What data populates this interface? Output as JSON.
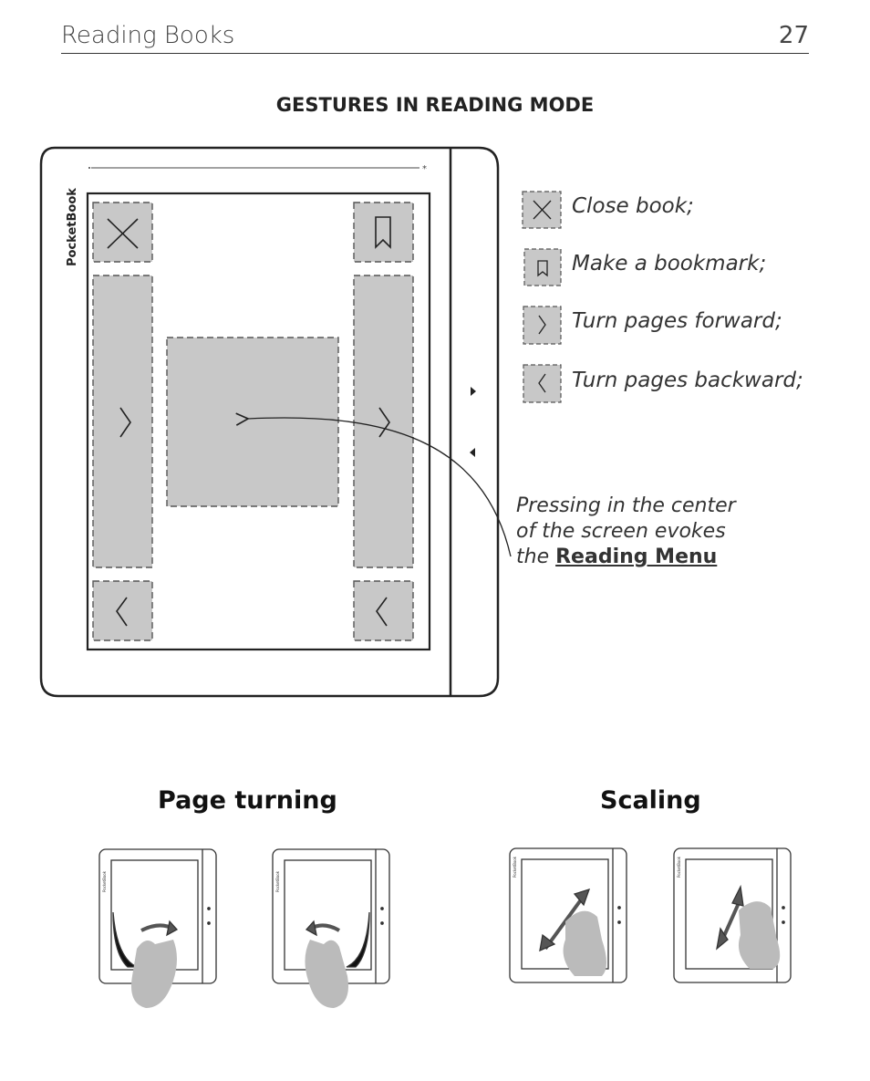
{
  "header": {
    "title": "Reading Books",
    "page_number": "27"
  },
  "section_title": "GESTURES IN READING MODE",
  "device": {
    "brand": "PocketBook"
  },
  "legend": [
    {
      "icon": "close-icon",
      "text": "Close book;"
    },
    {
      "icon": "bookmark-icon",
      "text": "Make a bookmark;"
    },
    {
      "icon": "chevron-right-icon",
      "text": "Turn pages forward;"
    },
    {
      "icon": "chevron-left-icon",
      "text": "Turn pages backward;"
    }
  ],
  "note": {
    "line1": "Pressing in the center",
    "line2": "of the screen evokes",
    "line3_prefix": "the ",
    "line3_link": "Reading Menu"
  },
  "gestures": {
    "page_turning_title": "Page turning",
    "scaling_title": "Scaling"
  },
  "colors": {
    "zone_fill": "#c8c8c8",
    "outline": "#222222"
  }
}
